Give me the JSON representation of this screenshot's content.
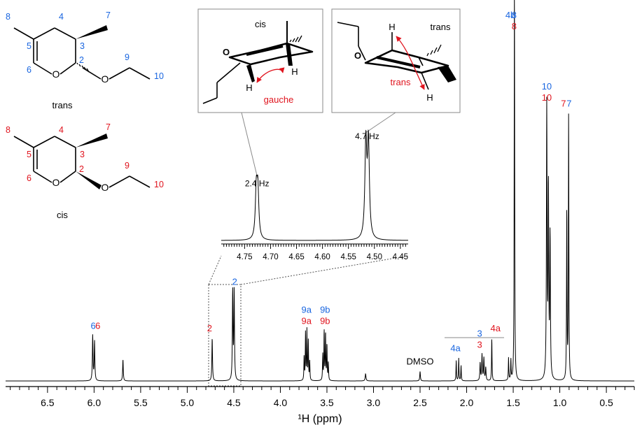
{
  "colors": {
    "trans": "#1a66e0",
    "cis": "#e0141e",
    "ink": "#000000",
    "box": "#8a8a8a"
  },
  "chart_data": [
    {
      "type": "line",
      "title": "",
      "xlabel": "¹H (ppm)",
      "ylabel": "",
      "xlim": [
        6.95,
        0.2
      ],
      "x_reversed": true,
      "x_ticks": [
        6.5,
        6.0,
        5.5,
        5.0,
        4.5,
        4.0,
        3.5,
        3.0,
        2.5,
        2.0,
        1.5,
        1.0,
        0.5
      ],
      "x_tick_labels": [
        "6.5",
        "6.0",
        "5.5",
        "5.0",
        "4.5",
        "4.0",
        "3.5",
        "3.0",
        "2.5",
        "2.0",
        "1.5",
        "1.0",
        "0.5"
      ],
      "grid": false,
      "series": [
        {
          "peaks": [
            {
              "ppm": 6.015,
              "intensity": 0.38,
              "width": 0.004
            },
            {
              "ppm": 5.995,
              "intensity": 0.33,
              "width": 0.004
            },
            {
              "ppm": 5.69,
              "intensity": 0.18,
              "width": 0.004
            },
            {
              "ppm": 4.732,
              "intensity": 0.36,
              "width": 0.004
            },
            {
              "ppm": 4.512,
              "intensity": 0.75,
              "width": 0.004
            },
            {
              "ppm": 4.496,
              "intensity": 0.75,
              "width": 0.004
            },
            {
              "ppm": 3.745,
              "intensity": 0.2,
              "width": 0.003
            },
            {
              "ppm": 3.73,
              "intensity": 0.4,
              "width": 0.003
            },
            {
              "ppm": 3.715,
              "intensity": 0.42,
              "width": 0.003
            },
            {
              "ppm": 3.7,
              "intensity": 0.33,
              "width": 0.003
            },
            {
              "ppm": 3.685,
              "intensity": 0.16,
              "width": 0.003
            },
            {
              "ppm": 3.545,
              "intensity": 0.22,
              "width": 0.003
            },
            {
              "ppm": 3.53,
              "intensity": 0.42,
              "width": 0.003
            },
            {
              "ppm": 3.515,
              "intensity": 0.4,
              "width": 0.003
            },
            {
              "ppm": 3.5,
              "intensity": 0.3,
              "width": 0.003
            },
            {
              "ppm": 3.485,
              "intensity": 0.15,
              "width": 0.003
            },
            {
              "ppm": 3.085,
              "intensity": 0.06,
              "width": 0.005
            },
            {
              "ppm": 2.5,
              "intensity": 0.08,
              "width": 0.004
            },
            {
              "ppm": 2.112,
              "intensity": 0.17,
              "width": 0.003
            },
            {
              "ppm": 2.085,
              "intensity": 0.19,
              "width": 0.003
            },
            {
              "ppm": 2.06,
              "intensity": 0.13,
              "width": 0.003
            },
            {
              "ppm": 1.855,
              "intensity": 0.15,
              "width": 0.004
            },
            {
              "ppm": 1.835,
              "intensity": 0.22,
              "width": 0.004
            },
            {
              "ppm": 1.815,
              "intensity": 0.19,
              "width": 0.004
            },
            {
              "ppm": 1.795,
              "intensity": 0.11,
              "width": 0.004
            },
            {
              "ppm": 1.73,
              "intensity": 0.36,
              "width": 0.003
            },
            {
              "ppm": 1.55,
              "intensity": 0.19,
              "width": 0.003
            },
            {
              "ppm": 1.525,
              "intensity": 0.17,
              "width": 0.003
            },
            {
              "ppm": 1.487,
              "intensity": 3.4,
              "width": 0.003
            },
            {
              "ppm": 1.14,
              "intensity": 2.3,
              "width": 0.004
            },
            {
              "ppm": 1.122,
              "intensity": 1.6,
              "width": 0.004
            },
            {
              "ppm": 1.104,
              "intensity": 1.2,
              "width": 0.004
            },
            {
              "ppm": 0.925,
              "intensity": 1.45,
              "width": 0.003
            },
            {
              "ppm": 0.905,
              "intensity": 2.25,
              "width": 0.003
            }
          ]
        }
      ],
      "peak_labels": [
        {
          "ppm": 6.01,
          "lines": [
            {
              "text": "6",
              "color": "trans"
            }
          ]
        },
        {
          "ppm": 5.96,
          "lines": [
            {
              "text": "6",
              "color": "cis"
            }
          ]
        },
        {
          "ppm": 4.76,
          "lines": [
            {
              "text": "2",
              "color": "cis"
            }
          ]
        },
        {
          "ppm": 4.49,
          "lines": [
            {
              "text": "2",
              "color": "trans"
            }
          ]
        },
        {
          "ppm": 3.72,
          "lines": [
            {
              "text": "9a",
              "color": "trans"
            },
            {
              "text": "9a",
              "color": "cis"
            }
          ]
        },
        {
          "ppm": 3.52,
          "lines": [
            {
              "text": "9b",
              "color": "trans"
            },
            {
              "text": "9b",
              "color": "cis"
            }
          ]
        },
        {
          "ppm": 2.5,
          "lines": [
            {
              "text": "DMSO",
              "color": "ink"
            }
          ]
        },
        {
          "ppm": 2.12,
          "lines": [
            {
              "text": "4a",
              "color": "trans"
            }
          ]
        },
        {
          "ppm": 1.86,
          "lines": [
            {
              "text": "3",
              "color": "trans"
            },
            {
              "text": "3",
              "color": "cis"
            }
          ]
        },
        {
          "ppm": 1.69,
          "lines": [
            {
              "text": "4a",
              "color": "cis"
            }
          ]
        },
        {
          "ppm": 1.53,
          "lines": [
            {
              "text": "4b",
              "color": "trans"
            }
          ]
        },
        {
          "ppm": 1.49,
          "lines": [
            {
              "text": "8",
              "color": "trans"
            },
            {
              "text": "8",
              "color": "cis"
            }
          ]
        },
        {
          "ppm": 1.14,
          "lines": [
            {
              "text": "10",
              "color": "trans"
            },
            {
              "text": "10",
              "color": "cis"
            }
          ]
        },
        {
          "ppm": 0.9,
          "lines": [
            {
              "text": "7",
              "color": "trans"
            }
          ]
        },
        {
          "ppm": 0.96,
          "lines": [
            {
              "text": "7",
              "color": "cis"
            }
          ]
        }
      ]
    },
    {
      "type": "line",
      "title": "",
      "xlabel": "",
      "xlim": [
        4.795,
        4.435
      ],
      "x_reversed": true,
      "x_ticks": [
        4.75,
        4.7,
        4.65,
        4.6,
        4.55,
        4.5,
        4.45
      ],
      "x_tick_labels": [
        "4.75",
        "4.70",
        "4.65",
        "4.60",
        "4.55",
        "4.50",
        "4.45"
      ],
      "series": [
        {
          "peaks": [
            {
              "ppm": 4.7275,
              "intensity": 0.5,
              "width": 0.0022
            },
            {
              "ppm": 4.7245,
              "intensity": 0.5,
              "width": 0.0022
            },
            {
              "ppm": 4.5165,
              "intensity": 1.0,
              "width": 0.0022
            },
            {
              "ppm": 4.5115,
              "intensity": 1.0,
              "width": 0.0022
            }
          ]
        }
      ],
      "annotations": [
        {
          "ppm": 4.726,
          "text": "2.4 Hz"
        },
        {
          "ppm": 4.514,
          "text": "4.7 Hz"
        }
      ]
    }
  ],
  "structures": {
    "trans": {
      "caption": "trans",
      "atom_labels": [
        {
          "text": "8",
          "color": "trans"
        },
        {
          "text": "4",
          "color": "trans"
        },
        {
          "text": "7",
          "color": "trans"
        },
        {
          "text": "5",
          "color": "trans"
        },
        {
          "text": "3",
          "color": "trans"
        },
        {
          "text": "2",
          "color": "trans"
        },
        {
          "text": "9",
          "color": "trans"
        },
        {
          "text": "6",
          "color": "trans"
        },
        {
          "text": "10",
          "color": "trans"
        }
      ],
      "oxygen": "O"
    },
    "cis": {
      "caption": "cis",
      "atom_labels": [
        {
          "text": "8",
          "color": "cis"
        },
        {
          "text": "4",
          "color": "cis"
        },
        {
          "text": "7",
          "color": "cis"
        },
        {
          "text": "5",
          "color": "cis"
        },
        {
          "text": "3",
          "color": "cis"
        },
        {
          "text": "2",
          "color": "cis"
        },
        {
          "text": "9",
          "color": "cis"
        },
        {
          "text": "6",
          "color": "cis"
        },
        {
          "text": "10",
          "color": "cis"
        }
      ],
      "oxygen": "O"
    }
  },
  "conformers": {
    "cis": {
      "title": "cis",
      "oxygen": "O",
      "h_labels": [
        "H",
        "H"
      ],
      "coupling": "gauche"
    },
    "trans": {
      "title": "trans",
      "oxygen": "O",
      "h_labels": [
        "H",
        "H"
      ],
      "coupling": "trans"
    }
  }
}
